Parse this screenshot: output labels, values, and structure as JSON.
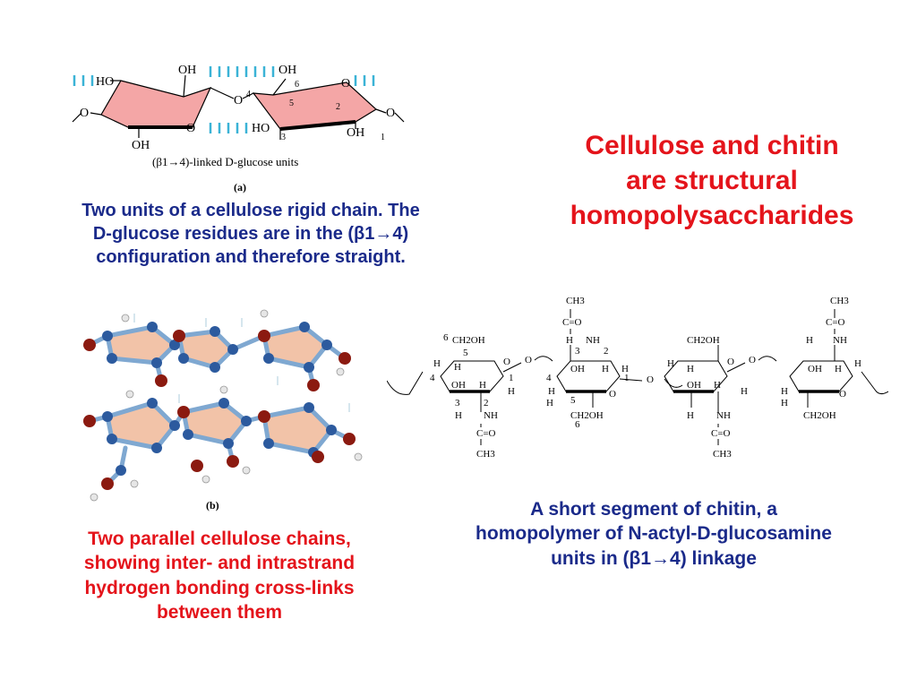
{
  "title": {
    "line1": "Cellulose and chitin",
    "line2": "are structural",
    "line3": "homopolysaccharides"
  },
  "figure_a": {
    "panel_label": "(a)",
    "linkage_label": "(β1→4)-linked D-glucose units",
    "atoms": {
      "ho_left": "HO",
      "oh_top_left": "OH",
      "oh_top_right": "OH",
      "c6": "6",
      "o_ring_right": "O",
      "o_bridge": "O",
      "c4": "4",
      "c5": "5",
      "c2": "2",
      "c3": "3",
      "c1": "1",
      "o_ring_left": "O",
      "ho_bottom": "HO",
      "oh_bottom_right": "OH",
      "oh_bottom_left": "OH",
      "o_left_end": "O",
      "o_right_end": "O"
    }
  },
  "caption_a": {
    "line1": "Two units of a cellulose rigid chain. The",
    "line2": "D-glucose residues are in the (β1→4)",
    "line3": "configuration and therefore straight."
  },
  "figure_b": {
    "panel_label": "(b)"
  },
  "caption_b": {
    "line1": "Two parallel cellulose chains,",
    "line2": "showing inter- and intrastrand",
    "line3": "hydrogen bonding cross-links",
    "line4": "between them"
  },
  "figure_chitin": {
    "ch3": "CH3",
    "c_eq_o": "C=O",
    "nh": "NH",
    "ch2oh": "CH2OH",
    "h": "H",
    "oh": "OH",
    "o": "O",
    "n6": "6",
    "n5": "5",
    "n4": "4",
    "n3": "3",
    "n2": "2",
    "n1": "1"
  },
  "caption_chitin": {
    "line1": "A short segment of chitin, a",
    "line2": "homopolymer of N-actyl-D-glucosamine",
    "line3": "units in (β1→4) linkage"
  },
  "colors": {
    "caption_blue": "#1a2a8a",
    "title_red": "#e4141b",
    "ring_pink": "#f4a6a6",
    "hbond_cyan": "#3bb3d6",
    "carbon_blue": "#2c5a9e",
    "oxygen_red": "#8b1a10"
  }
}
